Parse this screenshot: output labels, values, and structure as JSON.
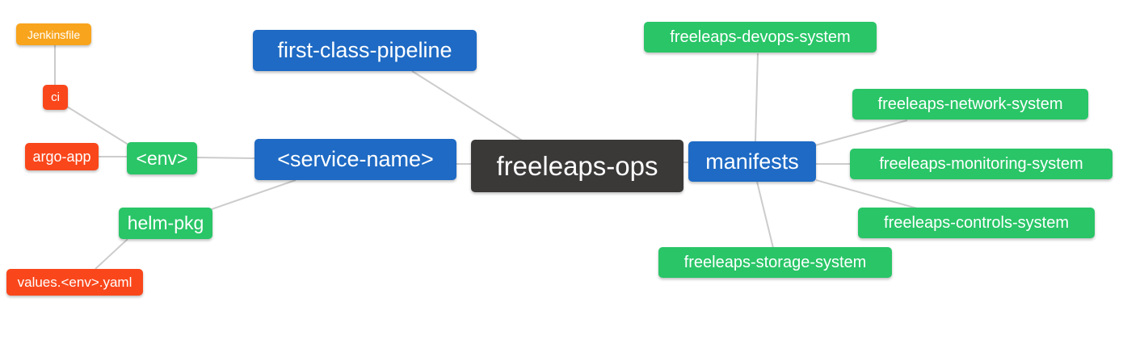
{
  "diagram": {
    "type": "mindmap",
    "root_label": "freeleaps-ops",
    "palette": {
      "blue": "#1E6AC4",
      "green": "#29C567",
      "red": "#F9471B",
      "orange": "#F8A41D",
      "dark": "#3B3838",
      "edge": "#CCCCCC",
      "text": "#FFFFFF",
      "background": "#FFFFFF"
    },
    "nodes": {
      "jenkinsfile": {
        "label": "Jenkinsfile",
        "role": "orange"
      },
      "ci": {
        "label": "ci",
        "role": "red"
      },
      "argo_app": {
        "label": "argo-app",
        "role": "red"
      },
      "env": {
        "label": "<env>",
        "role": "green"
      },
      "helm_pkg": {
        "label": "helm-pkg",
        "role": "green"
      },
      "values_env_yaml": {
        "label": "values.<env>.yaml",
        "role": "red"
      },
      "first_class_pipeline": {
        "label": "first-class-pipeline",
        "role": "blue"
      },
      "service_name": {
        "label": "<service-name>",
        "role": "blue"
      },
      "freeleaps_ops": {
        "label": "freeleaps-ops",
        "role": "dark"
      },
      "manifests": {
        "label": "manifests",
        "role": "blue"
      },
      "devops_system": {
        "label": "freeleaps-devops-system",
        "role": "green"
      },
      "network_system": {
        "label": "freeleaps-network-system",
        "role": "green"
      },
      "monitoring_system": {
        "label": "freeleaps-monitoring-system",
        "role": "green"
      },
      "controls_system": {
        "label": "freeleaps-controls-system",
        "role": "green"
      },
      "storage_system": {
        "label": "freeleaps-storage-system",
        "role": "green"
      }
    },
    "edges": [
      {
        "from": "jenkinsfile",
        "to": "ci"
      },
      {
        "from": "ci",
        "to": "env"
      },
      {
        "from": "argo_app",
        "to": "env"
      },
      {
        "from": "env",
        "to": "service_name"
      },
      {
        "from": "helm_pkg",
        "to": "service_name"
      },
      {
        "from": "values_env_yaml",
        "to": "helm_pkg"
      },
      {
        "from": "first_class_pipeline",
        "to": "freeleaps_ops"
      },
      {
        "from": "service_name",
        "to": "freeleaps_ops"
      },
      {
        "from": "freeleaps_ops",
        "to": "manifests"
      },
      {
        "from": "manifests",
        "to": "devops_system"
      },
      {
        "from": "manifests",
        "to": "network_system"
      },
      {
        "from": "manifests",
        "to": "monitoring_system"
      },
      {
        "from": "manifests",
        "to": "controls_system"
      },
      {
        "from": "manifests",
        "to": "storage_system"
      }
    ]
  }
}
